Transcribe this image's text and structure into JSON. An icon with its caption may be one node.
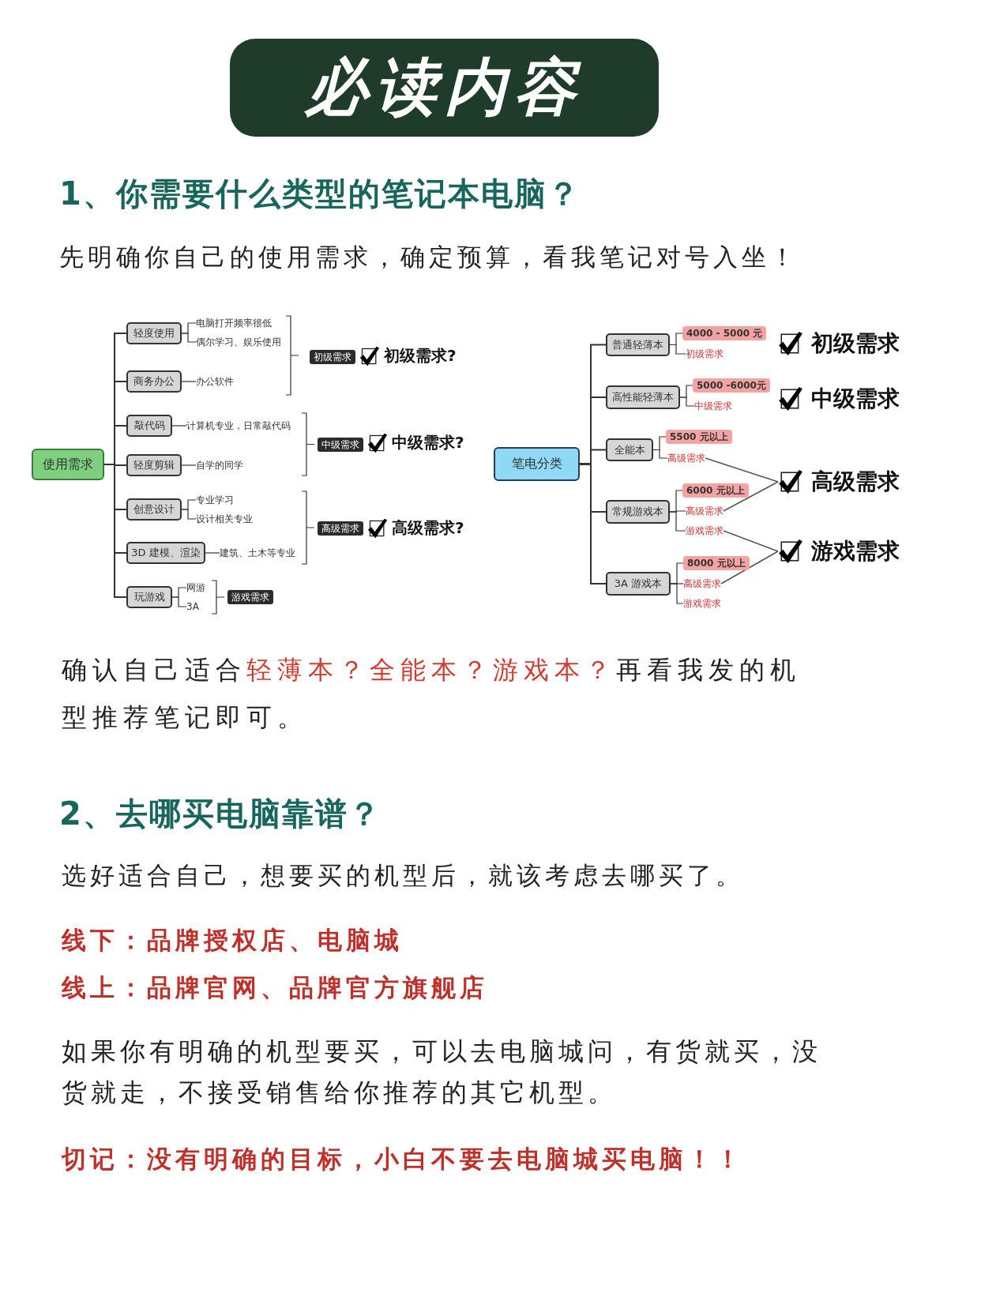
{
  "diagram": {
    "title": "必读内容",
    "nodes": [
      {
        "text": [
          "使用需求"
        ]
      },
      {
        "text": [
          "轻度使用"
        ]
      },
      {
        "text": [
          "电脑打开频率很低"
        ]
      },
      {
        "text": [
          "偶尔学习、娱乐使用"
        ]
      },
      {
        "text": [
          "商务办公"
        ]
      },
      {
        "text": [
          "办公软件"
        ]
      },
      {
        "text": [
          "敲代码"
        ]
      },
      {
        "text": [
          "计算机专业，日常敲代码"
        ]
      },
      {
        "text": [
          "轻度剪辑"
        ]
      },
      {
        "text": [
          "自学的同学"
        ]
      },
      {
        "text": [
          "创意设计"
        ]
      },
      {
        "text": [
          "专业学习"
        ]
      },
      {
        "text": [
          "设计相关专业"
        ]
      },
      {
        "text": [
          "3D 建模、渲染"
        ]
      },
      {
        "text": [
          "建筑、土木等专业"
        ]
      },
      {
        "text": [
          "玩游戏"
        ]
      },
      {
        "text": [
          "网游"
        ]
      },
      {
        "text": [
          "3A"
        ]
      },
      {
        "text": [
          "初级需求"
        ]
      },
      {
        "text": [
          "中级需求"
        ]
      },
      {
        "text": [
          "高级需求"
        ]
      },
      {
        "text": [
          "游戏需求"
        ]
      },
      {
        "text": [
          "笔电分类"
        ]
      },
      {
        "text": [
          "普通轻薄本"
        ]
      },
      {
        "text": [
          "4000 - 5000 元"
        ]
      },
      {
        "text": [
          "初级需求"
        ]
      },
      {
        "text": [
          "高性能轻薄本"
        ]
      },
      {
        "text": [
          "5000 -6000元"
        ]
      },
      {
        "text": [
          "中级需求"
        ]
      },
      {
        "text": [
          "全能本"
        ]
      },
      {
        "text": [
          "5500 元以上"
        ]
      },
      {
        "text": [
          "高级需求"
        ]
      },
      {
        "text": [
          "常规游戏本"
        ]
      },
      {
        "text": [
          "6000 元以上"
        ]
      },
      {
        "text": [
          "高级需求"
        ]
      },
      {
        "text": [
          "游戏需求"
        ]
      },
      {
        "text": [
          "3A 游戏本"
        ]
      },
      {
        "text": [
          "8000 元以上"
        ]
      },
      {
        "text": [
          "高级需求"
        ]
      },
      {
        "text": [
          "游戏需求"
        ]
      },
      {
        "text": [
          "初级需求"
        ]
      },
      {
        "text": [
          "中级需求"
        ]
      },
      {
        "text": [
          "高级需求"
        ]
      },
      {
        "text": [
          "游戏需求"
        ]
      }
    ],
    "edges": [
      {
        "from": 0,
        "to": 1,
        "arrow": "none"
      },
      {
        "from": 0,
        "to": 4,
        "arrow": "none"
      },
      {
        "from": 0,
        "to": 6,
        "arrow": "none"
      },
      {
        "from": 0,
        "to": 8,
        "arrow": "none"
      },
      {
        "from": 0,
        "to": 10,
        "arrow": "none"
      },
      {
        "from": 0,
        "to": 13,
        "arrow": "none"
      },
      {
        "from": 0,
        "to": 15,
        "arrow": "none"
      },
      {
        "from": 1,
        "to": 2,
        "arrow": "none"
      },
      {
        "from": 1,
        "to": 3,
        "arrow": "none"
      },
      {
        "from": 4,
        "to": 5,
        "arrow": "none"
      },
      {
        "from": 6,
        "to": 7,
        "arrow": "none"
      },
      {
        "from": 8,
        "to": 9,
        "arrow": "none"
      },
      {
        "from": 10,
        "to": 11,
        "arrow": "none"
      },
      {
        "from": 10,
        "to": 12,
        "arrow": "none"
      },
      {
        "from": 13,
        "to": 14,
        "arrow": "none"
      },
      {
        "from": 15,
        "to": 16,
        "arrow": "none"
      },
      {
        "from": 15,
        "to": 17,
        "arrow": "none"
      },
      {
        "from": 22,
        "to": 23,
        "arrow": "none"
      },
      {
        "from": 22,
        "to": 26,
        "arrow": "none"
      },
      {
        "from": 22,
        "to": 29,
        "arrow": "none"
      },
      {
        "from": 22,
        "to": 32,
        "arrow": "none"
      },
      {
        "from": 22,
        "to": 36,
        "arrow": "none"
      },
      {
        "from": 23,
        "to": 24,
        "arrow": "none"
      },
      {
        "from": 23,
        "to": 25,
        "arrow": "none"
      },
      {
        "from": 26,
        "to": 27,
        "arrow": "none"
      },
      {
        "from": 26,
        "to": 28,
        "arrow": "none"
      },
      {
        "from": 29,
        "to": 30,
        "arrow": "none"
      },
      {
        "from": 29,
        "to": 31,
        "arrow": "none"
      },
      {
        "from": 32,
        "to": 33,
        "arrow": "none"
      },
      {
        "from": 32,
        "to": 34,
        "arrow": "none"
      },
      {
        "from": 32,
        "to": 35,
        "arrow": "none"
      },
      {
        "from": 36,
        "to": 37,
        "arrow": "none"
      },
      {
        "from": 36,
        "to": 38,
        "arrow": "none"
      },
      {
        "from": 36,
        "to": 39,
        "arrow": "none"
      },
      {
        "from": 31,
        "to": 42,
        "arrow": "none"
      },
      {
        "from": 34,
        "to": 42,
        "arrow": "none"
      },
      {
        "from": 35,
        "to": 43,
        "arrow": "none"
      },
      {
        "from": 38,
        "to": 43,
        "arrow": "none"
      }
    ],
    "labels": [
      "1、你需要什么类型的笔记本电脑？",
      "先明确你自己的使用需求，确定预算，看我笔记对号入坐！",
      "初级需求?",
      "中级需求?",
      "高级需求?",
      "确认自己适合**轻薄本？全能本？游戏本？**再看我发的机型推荐笔记即可。",
      "2、去哪买电脑靠谱？",
      "选好适合自己，想要买的机型后，就该考虑去哪买了。",
      "线下：品牌授权店、电脑城",
      "线上：品牌官网、品牌官方旗舰店",
      "如果你有明确的机型要买，可以去电脑城问，有货就买，没货就走，不接受销售给你推荐的其它机型。",
      "切记：没有明确的目标，小白不要去电脑城买电脑！！"
    ]
  }
}
